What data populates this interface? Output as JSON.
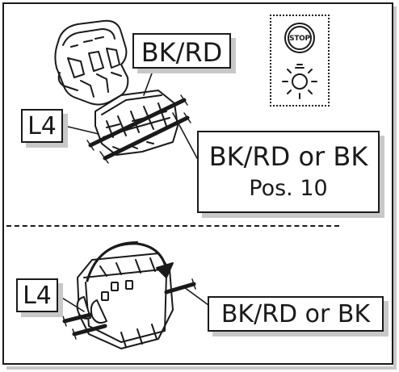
{
  "labels": {
    "top_wire": "BK/RD",
    "top_left": "L4",
    "top_right_line1": "BK/RD or BK",
    "top_right_line2": "Pos. 10",
    "bottom_left": "L4",
    "bottom_right": "BK/RD or BK"
  },
  "icons": {
    "stop_text": "STOP",
    "stop_icon": "stop-sign-icon",
    "lamp_icon": "warning-lamp-icon"
  },
  "colors": {
    "line": "#1a1a1a",
    "shadow": "#c8c8c8",
    "background": "#ffffff"
  }
}
